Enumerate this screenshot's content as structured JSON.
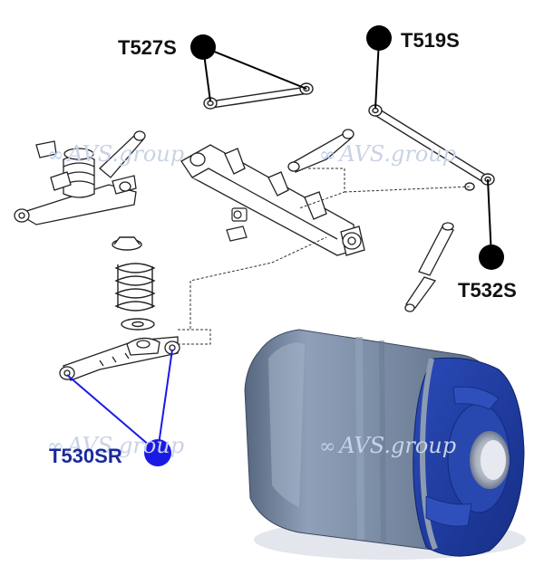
{
  "labels": {
    "t527s": "T527S",
    "t519s": "T519S",
    "t532s": "T532S",
    "t530sr": "T530SR"
  },
  "watermark": {
    "text": "AVS.group",
    "symbol": "∞"
  },
  "colors": {
    "marker_black": "#000000",
    "marker_blue": "#1a1ae6",
    "label_blue": "#1a2a9c",
    "bushing_shell": "#7d8fa8",
    "bushing_insert": "#1f3c9e"
  }
}
